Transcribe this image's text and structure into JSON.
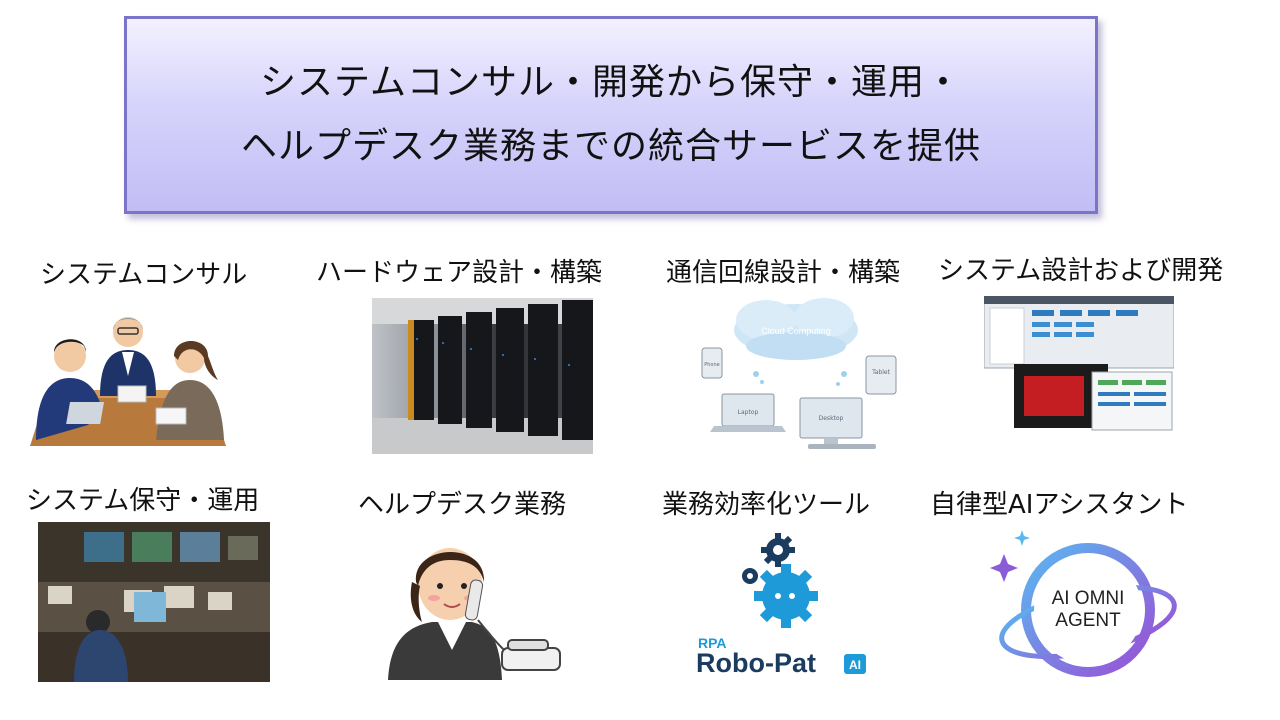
{
  "banner": {
    "line1": "システムコンサル・開発から保守・運用・",
    "line2": "ヘルプデスク業務までの統合サービスを提供"
  },
  "services": [
    {
      "label": "システムコンサル"
    },
    {
      "label": "ハードウェア設計・構築"
    },
    {
      "label": "通信回線設計・構築"
    },
    {
      "label": "システム設計および開発"
    },
    {
      "label": "システム保守・運用"
    },
    {
      "label": "ヘルプデスク業務"
    },
    {
      "label": "業務効率化ツール"
    },
    {
      "label": "自律型AIアシスタント"
    }
  ],
  "cloud": {
    "center": "Cloud Computing",
    "devices": [
      "Tablet",
      "Laptop",
      "Desktop",
      "Phone"
    ]
  },
  "robopat": {
    "rpa": "RPA",
    "name": "Robo-Pat",
    "badge": "AI"
  },
  "agent": {
    "line1": "AI OMNI",
    "line2": "AGENT"
  },
  "colors": {
    "banner_border": "#7b75c9",
    "banner_fill": "#c9c5f8",
    "robopat_blue": "#1f9ad8",
    "robopat_navy": "#1b3b5f",
    "agent_purple": "#8a5cd6"
  }
}
